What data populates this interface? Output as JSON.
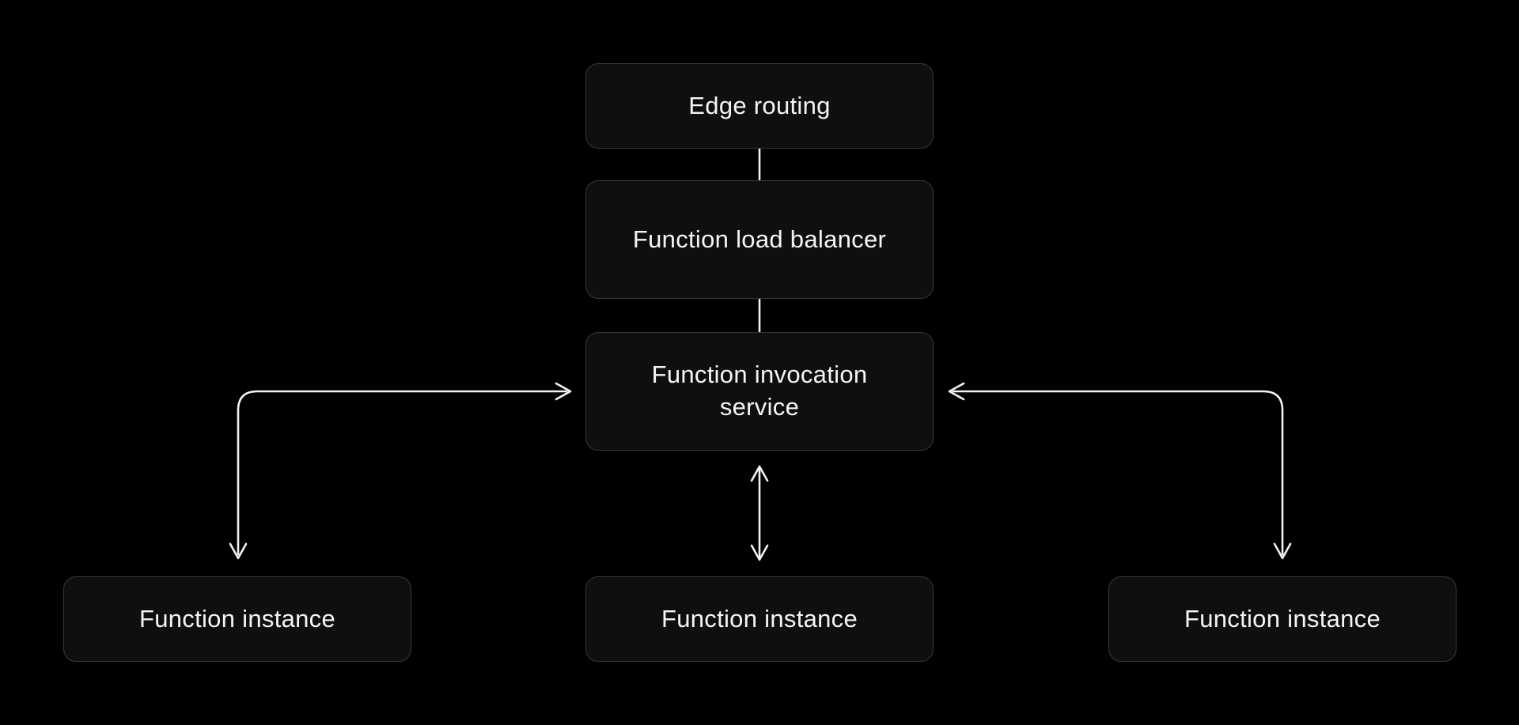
{
  "diagram": {
    "background_color": "#000000",
    "node_fill_color": "#0f0f0f",
    "node_border_color": "#383838",
    "text_color": "#f5f5f5",
    "line_color": "#f2f2f2",
    "nodes": [
      {
        "id": "edge-routing",
        "label": "Edge routing"
      },
      {
        "id": "function-load-balancer",
        "label": "Function load balancer"
      },
      {
        "id": "function-invocation-service",
        "label": "Function invocation service"
      },
      {
        "id": "function-instance-left",
        "label": "Function instance"
      },
      {
        "id": "function-instance-center",
        "label": "Function instance"
      },
      {
        "id": "function-instance-right",
        "label": "Function instance"
      }
    ],
    "connectors": [
      {
        "from": "edge-routing",
        "to": "function-load-balancer",
        "style": "plain-line"
      },
      {
        "from": "function-load-balancer",
        "to": "function-invocation-service",
        "style": "plain-line"
      },
      {
        "from": "function-invocation-service",
        "to": "function-instance-left",
        "style": "elbow-arrow-both-ends"
      },
      {
        "from": "function-invocation-service",
        "to": "function-instance-center",
        "style": "vertical-arrow-both-ends"
      },
      {
        "from": "function-invocation-service",
        "to": "function-instance-right",
        "style": "elbow-arrow-both-ends"
      }
    ]
  }
}
